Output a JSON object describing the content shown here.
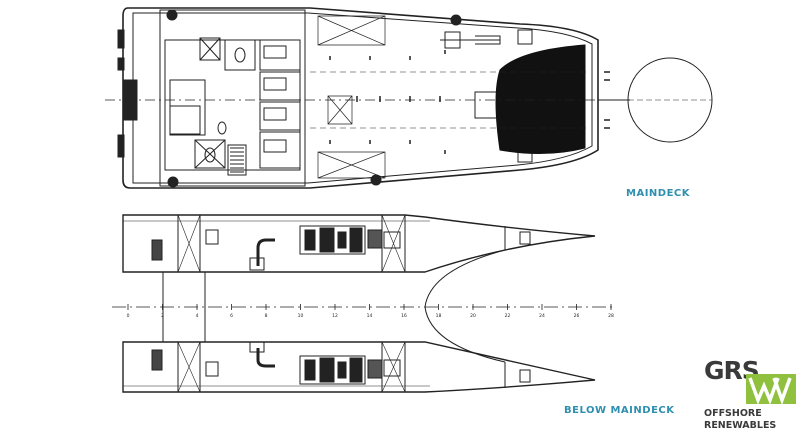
{
  "labels": {
    "main_deck": "MAINDECK",
    "below_main_deck": "BELOW MAINDECK"
  },
  "logo": {
    "letters": "GRS",
    "line1": "OFFSHORE",
    "line2": "RENEWABLES"
  },
  "frame_numbers": [
    "0",
    "2",
    "4",
    "6",
    "8",
    "10",
    "12",
    "14",
    "16",
    "18",
    "20",
    "22",
    "24",
    "26",
    "28"
  ],
  "colors": {
    "line": "#222222",
    "fill_dark": "#111111",
    "label": "#2f8fb0",
    "logo_accent": "#8fc13f"
  }
}
